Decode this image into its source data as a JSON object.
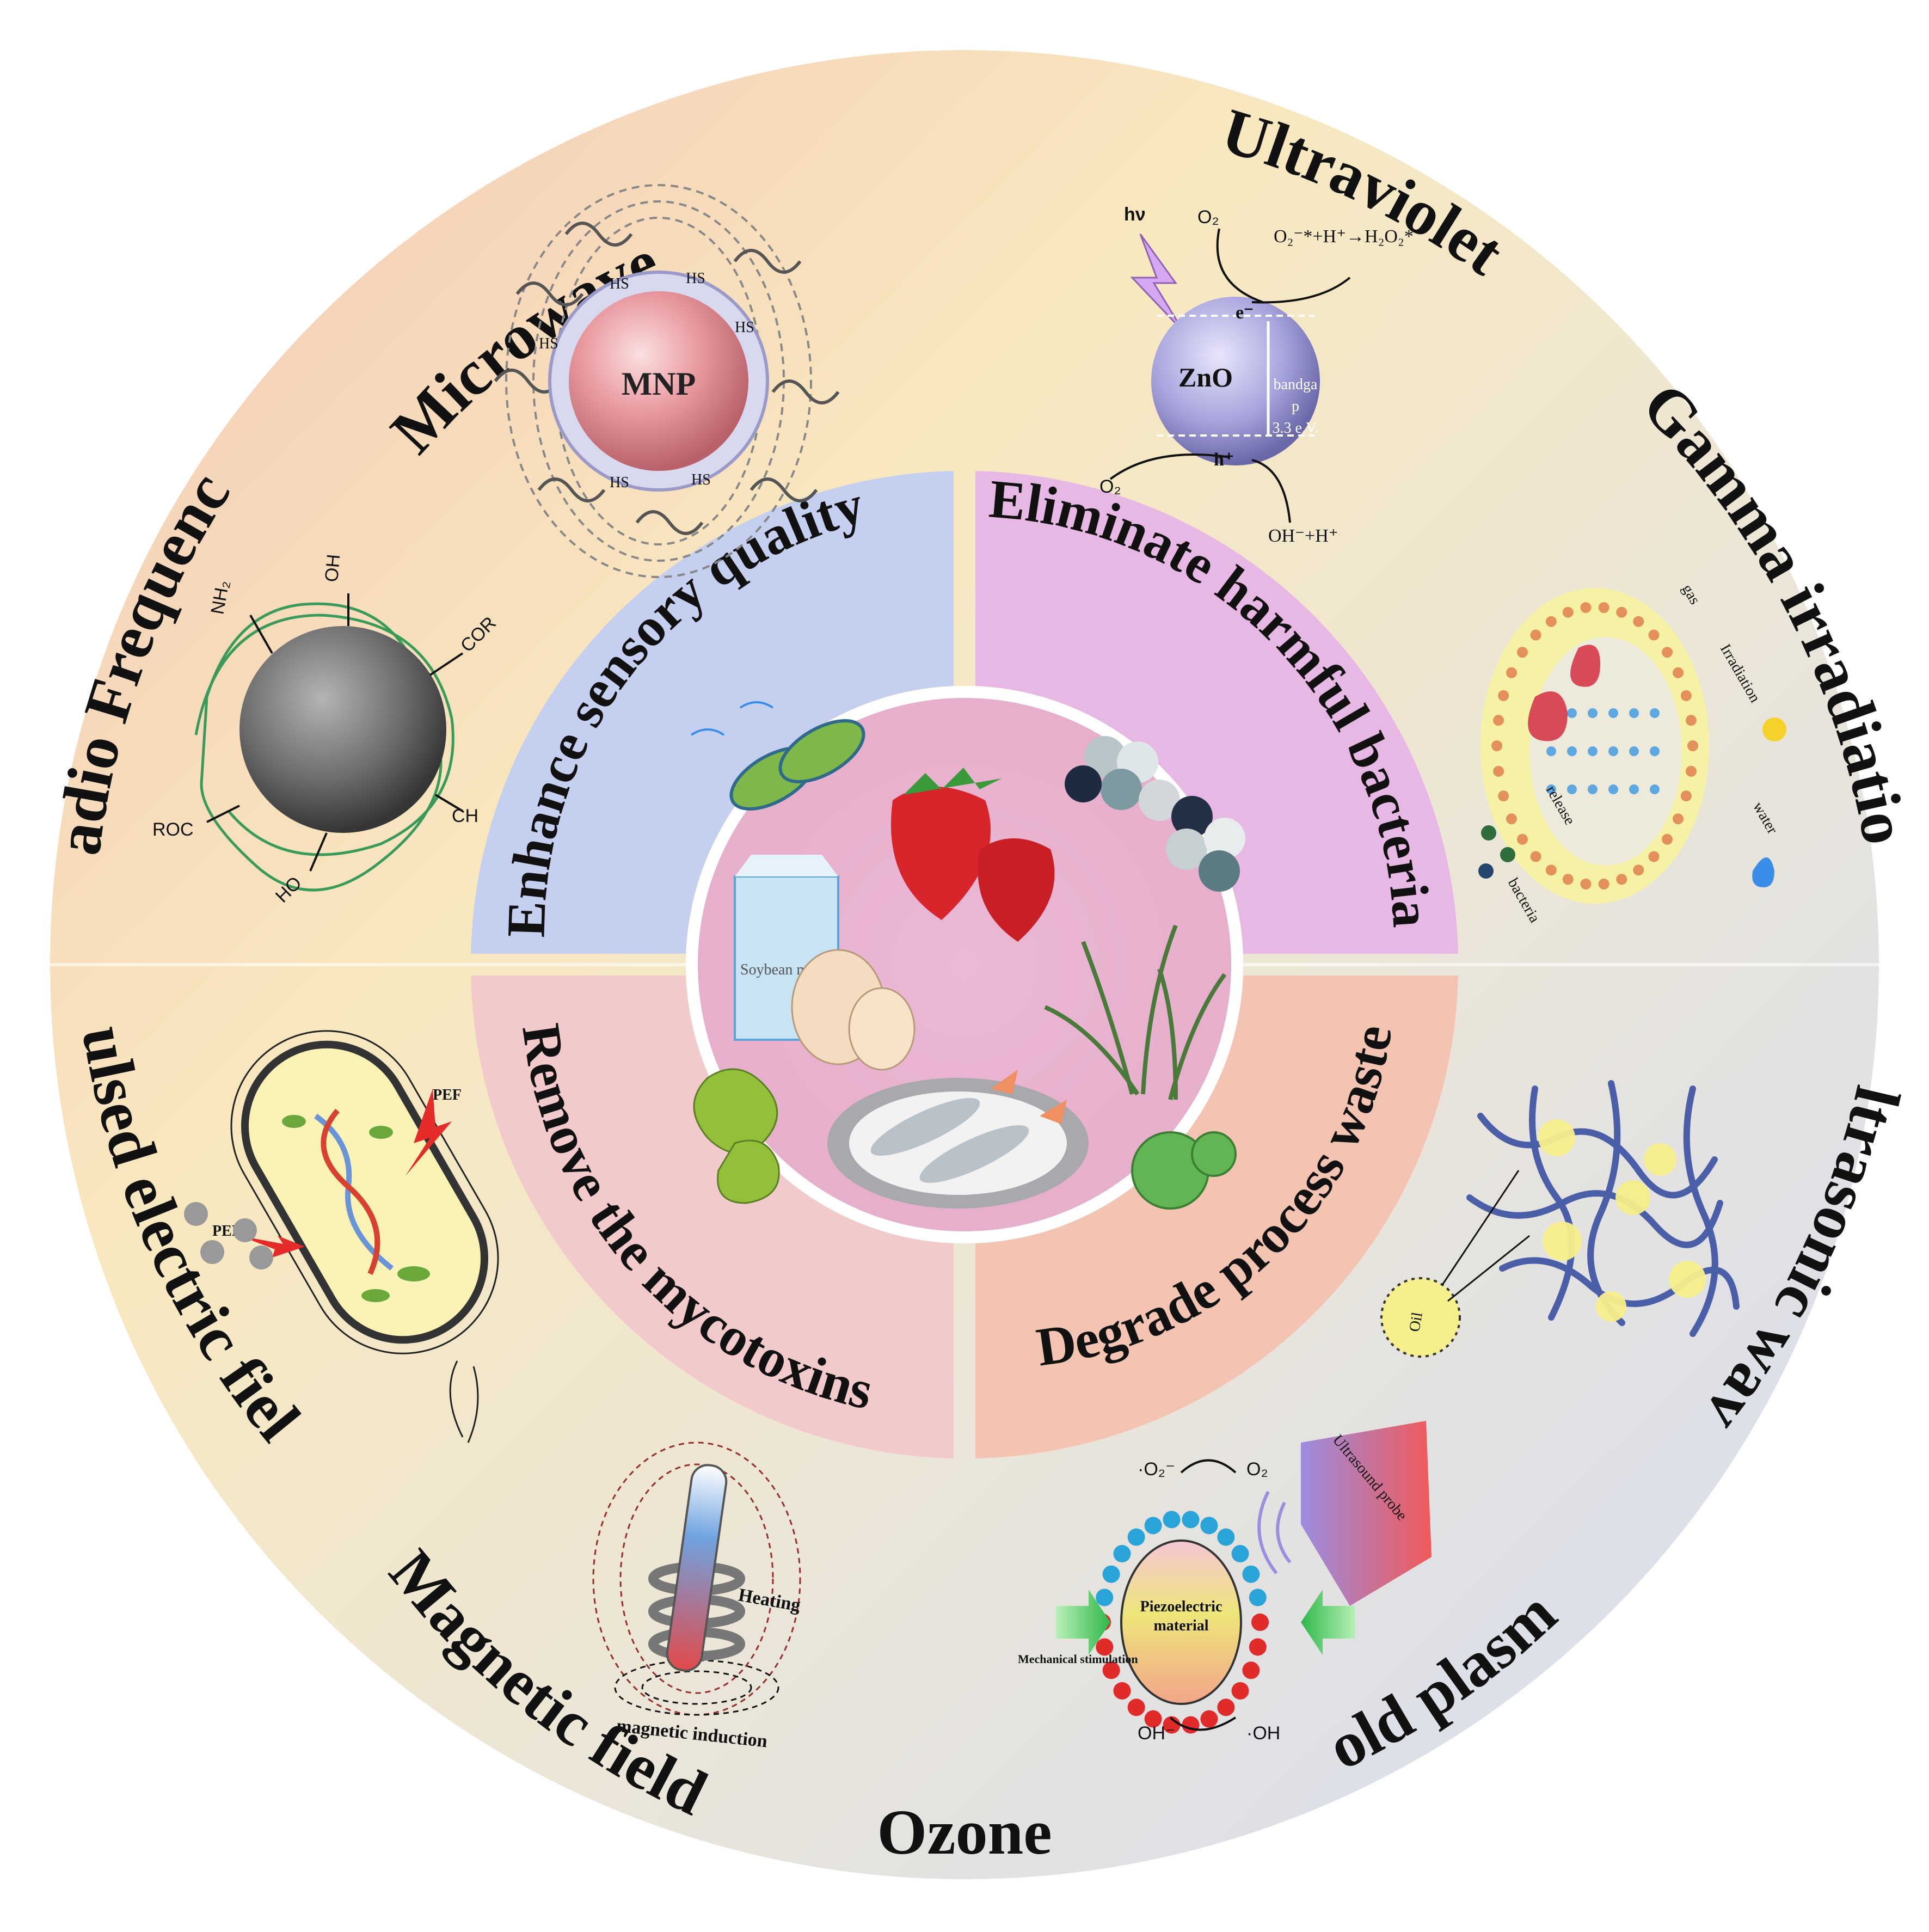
{
  "colors": {
    "outer_top_left": "#f6d6c8",
    "outer_top_right": "#f7ebc3",
    "outer_bottom": "#dfe3f2",
    "quadrant_enhance": "#c7cff0",
    "quadrant_eliminate": "#e9b9e6",
    "quadrant_remove": "#f3c9cb",
    "quadrant_degrade": "#f3c4b2",
    "center": "#eab7d3",
    "white_divider": "#ffffff"
  },
  "outer_labels": {
    "microwave": "Microwave",
    "ultraviolet": "Ultraviolet",
    "gamma": "Gamma irradiation",
    "ultrasonic": "Ultrasonic wave",
    "cold_plasma": "Cold plasma",
    "ozone": "Ozone",
    "magnetic": "Magnetic field",
    "pulsed": "Pulsed electric field",
    "radio": "Radio Frequency"
  },
  "ring_labels": {
    "enhance": "Enhance sensory quality",
    "eliminate": "Eliminate harmful bacteria",
    "remove": "Remove the mycotoxins",
    "degrade": "Degrade process waste"
  },
  "microwave_panel": {
    "core": "MNP",
    "ligand": "HS"
  },
  "uv_panel": {
    "particle": "ZnO",
    "hv": "hν",
    "o2_top": "O₂",
    "o2_bottom": "O₂",
    "reaction_top": "O₂⁻*+H⁺→H₂O₂*",
    "electron": "e⁻",
    "hole": "h⁺",
    "bandgap_1": "bandga",
    "bandgap_2": "p",
    "bandgap_3": "3.3 e.V.",
    "reaction_bottom": "OH⁻+H⁺"
  },
  "gamma_panel": {
    "gas": "gas",
    "irradiation": "Irradiation",
    "release": "release",
    "water": "water",
    "bacteria": "bacteria"
  },
  "ultrasonic_panel": {
    "oil": "Oil",
    "probe": "Ultrasound probe"
  },
  "plasma_panel": {
    "o2_minus": "·O₂⁻",
    "o2": "O₂",
    "material_1": "Piezoelectric",
    "material_2": "material",
    "mechanical": "Mechanical stimulation",
    "oh_minus": "OH⁻",
    "oh_radical": "·OH"
  },
  "magnetic_panel": {
    "heating": "Heating",
    "induction": "magnetic induction"
  },
  "pef_panel": {
    "pef_1": "PEF",
    "pef_2": "PEF"
  },
  "rf_panel": {
    "oh_top": "OH",
    "nh2": "NH₂",
    "cor": "COR",
    "roc": "ROC",
    "ch": "CH",
    "ho": "HO"
  },
  "center_panel": {
    "carton": "Soybean milk"
  }
}
